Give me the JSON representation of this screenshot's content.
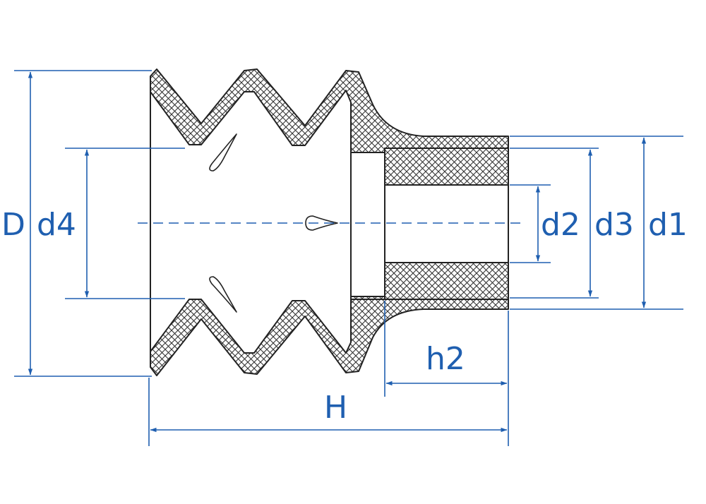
{
  "labels": {
    "D": "D",
    "d4": "d4",
    "d2": "d2",
    "d3": "d3",
    "d1": "d1",
    "h2": "h2",
    "H": "H"
  },
  "colors": {
    "dimension": "#1f5fb0",
    "outline": "#222222",
    "hatch": "#333333",
    "background": "#ffffff"
  }
}
